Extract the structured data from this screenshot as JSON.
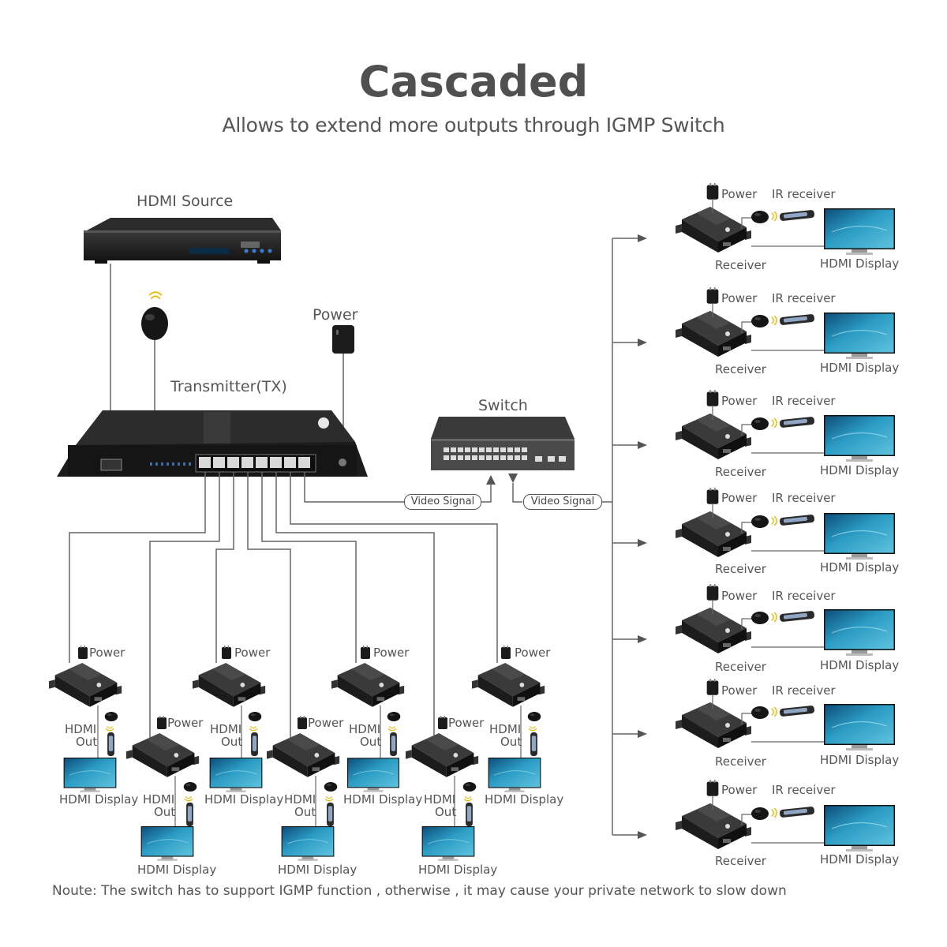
{
  "header": {
    "title": "Cascaded",
    "subtitle": "Allows to extend more outputs through IGMP Switch"
  },
  "labels": {
    "hdmi_source": "HDMI Source",
    "power": "Power",
    "transmitter": "Transmitter(TX)",
    "switch": "Switch",
    "video_signal": "Video Signal",
    "receiver": "Receiver",
    "ir_receiver": "IR receiver",
    "hdmi_display": "HDMI Display",
    "hdmi": "HDMI",
    "out": "Out"
  },
  "note": "Noute: The switch has to support IGMP function , otherwise , it may cause your private network to slow down",
  "colors": {
    "line": "#666666",
    "device": "#1e1e1e",
    "screen": "#1f7ea8"
  }
}
